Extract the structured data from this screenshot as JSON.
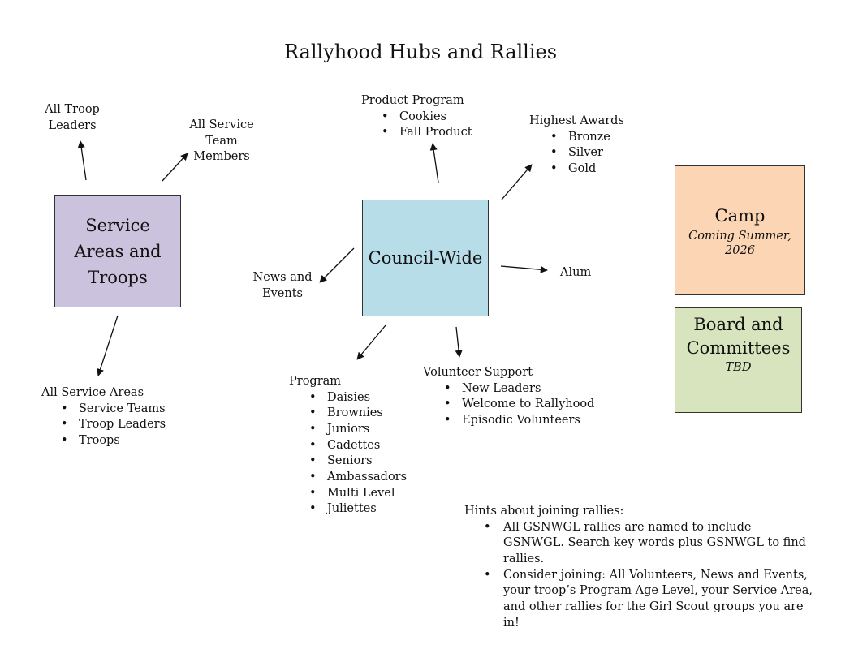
{
  "title": "Rallyhood Hubs and Rallies",
  "colors": {
    "service_box": "#cbc3dd",
    "council_box": "#b7dde8",
    "camp_box": "#fbd5b4",
    "board_box": "#d7e4bd"
  },
  "service_areas": {
    "box_label": "Service Areas and Troops",
    "all_troop_leaders": "All Troop Leaders",
    "all_service_team_members": "All Service Team Members",
    "all_service_areas": {
      "heading": "All Service Areas",
      "items": [
        "Service Teams",
        "Troop Leaders",
        "Troops"
      ]
    }
  },
  "council": {
    "box_label": "Council-Wide",
    "product_program": {
      "heading": "Product Program",
      "items": [
        "Cookies",
        "Fall Product"
      ]
    },
    "highest_awards": {
      "heading": "Highest Awards",
      "items": [
        "Bronze",
        "Silver",
        "Gold"
      ]
    },
    "news_events": "News and Events",
    "alum": "Alum",
    "program": {
      "heading": "Program",
      "items": [
        "Daisies",
        "Brownies",
        "Juniors",
        "Cadettes",
        "Seniors",
        "Ambassadors",
        "Multi Level",
        "Juliettes"
      ]
    },
    "volunteer_support": {
      "heading": "Volunteer Support",
      "items": [
        "New Leaders",
        "Welcome to Rallyhood",
        "Episodic Volunteers"
      ]
    }
  },
  "camp": {
    "label": "Camp",
    "sub": "Coming Summer, 2026"
  },
  "board": {
    "label": "Board and Committees",
    "sub": "TBD"
  },
  "hints": {
    "heading": "Hints about joining rallies:",
    "items": [
      "All GSNWGL rallies are named to include GSNWGL. Search key words plus GSNWGL to find rallies.",
      "Consider joining: All Volunteers, News and Events, your troop’s Program Age Level, your Service Area, and other rallies for the Girl Scout groups you are in!"
    ]
  }
}
